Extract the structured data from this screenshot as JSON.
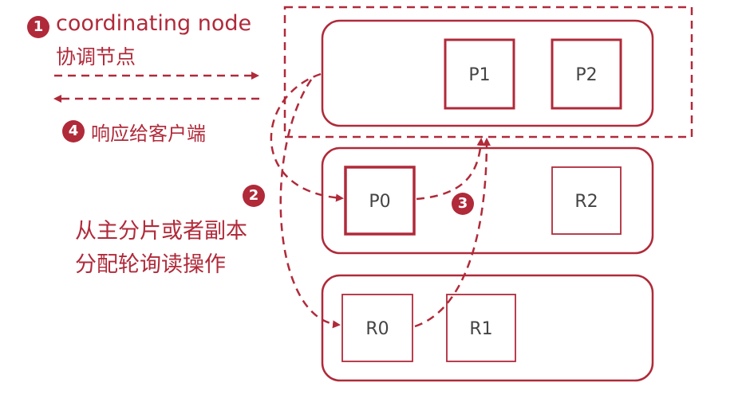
{
  "colors": {
    "accent": "#b02a3a",
    "shard_text": "#444444"
  },
  "steps": {
    "one": {
      "badge": "1",
      "title": "coordinating node",
      "subtitle": "协调节点"
    },
    "two": {
      "badge": "2",
      "line1": "从主分片或者副本",
      "line2": "分配轮询读操作"
    },
    "three": {
      "badge": "3"
    },
    "four": {
      "badge": "4",
      "text": "响应给客户端"
    }
  },
  "nodes": [
    {
      "shards": [
        {
          "label": "P1"
        },
        {
          "label": "P2"
        }
      ]
    },
    {
      "shards": [
        {
          "label": "P0"
        },
        {
          "label": "R2"
        }
      ]
    },
    {
      "shards": [
        {
          "label": "R0"
        },
        {
          "label": "R1"
        }
      ]
    }
  ]
}
